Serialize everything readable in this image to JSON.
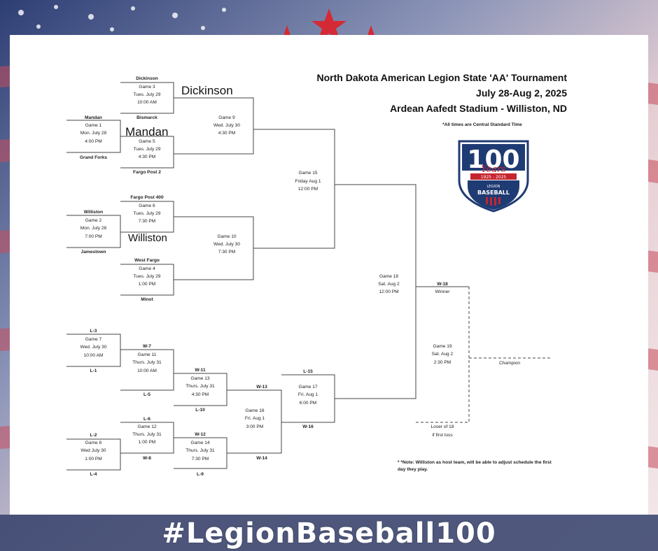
{
  "header": {
    "title_line1": "North Dakota American Legion State 'AA' Tournament",
    "title_line2": "July 28-Aug 2, 2025",
    "title_line3": "Ardean Aafedt Stadium - Williston, ND",
    "time_note": "*All times are Central Standard Time"
  },
  "logo": {
    "number": "100",
    "script": "Years",
    "years": "1925 - 2025",
    "legion": "LEGION",
    "baseball": "BASEBALL"
  },
  "hashtag": "#LegionBaseball100",
  "footnote": {
    "line1": "* *Note: Williston as host team, will be able to adjust schedule the first",
    "line2": "day they play."
  },
  "overlays": {
    "dickinson": "Dickinson",
    "mandan": "Mandan",
    "williston": "Williston"
  },
  "games": {
    "g1": {
      "top": "Mandan",
      "name": "Game 1",
      "date": "Mon. July 28",
      "time": "4:00 PM",
      "bottom": "Grand Forks"
    },
    "g2": {
      "top": "Williston",
      "name": "Game 2",
      "date": "Mon. July 28",
      "time": "7:00 PM",
      "bottom": "Jamestown"
    },
    "g3": {
      "top": "Dickinson",
      "name": "Game 3",
      "date": "Tues. July 29",
      "time": "10:00 AM",
      "bottom": "Bismarck"
    },
    "g4": {
      "top": "West Fargo",
      "name": "Game 4",
      "date": "Tues. July 29",
      "time": "1:00 PM",
      "bottom": "Minot"
    },
    "g5": {
      "name": "Game 5",
      "date": "Tues. July 29",
      "time": "4:30 PM",
      "bottom": "Fargo Post 2"
    },
    "g6": {
      "top": "Fargo Post 400",
      "name": "Game 6",
      "date": "Tues. July 29",
      "time": "7:30 PM"
    },
    "g7": {
      "top": "L-3",
      "name": "Game 7",
      "date": "Wed. July 30",
      "time": "10:00 AM",
      "bottom": "L-1"
    },
    "g8": {
      "top": "L-2",
      "name": "Game 8",
      "date": "Wed July 30",
      "time": "1:00 PM",
      "bottom": "L-4"
    },
    "g9": {
      "name": "Game 9",
      "date": "Wed. July 30",
      "time": "4:30 PM"
    },
    "g10": {
      "name": "Game 10",
      "date": "Wed. July 30",
      "time": "7:30 PM"
    },
    "g11": {
      "top": "W-7",
      "name": "Game 11",
      "date": "Thurs. July 31",
      "time": "10:00 AM",
      "bottom": "L-5"
    },
    "g12": {
      "top": "L-6",
      "name": "Game 12",
      "date": "Thurs. July 31",
      "time": "1:00 PM",
      "bottom": "W-8"
    },
    "g13": {
      "top": "W-11",
      "name": "Game 13",
      "date": "Thurs. July 31",
      "time": "4:30 PM",
      "bottom": "L-10"
    },
    "g14": {
      "top": "W-12",
      "name": "Game 14",
      "date": "Thurs. July 31",
      "time": "7:30 PM",
      "bottom": "L-9"
    },
    "g15": {
      "name": "Game 15",
      "date": "Friday Aug 1",
      "time": "12:00 PM"
    },
    "g16": {
      "top": "W-13",
      "name": "Game 16",
      "date": "Fri. Aug 1",
      "time": "3:00 PM",
      "bottom": "W-14"
    },
    "g17": {
      "top": "L-15",
      "name": "Game 17",
      "date": "Fri. Aug 1",
      "time": "6:00 PM",
      "bottom": "W-16"
    },
    "g18": {
      "name": "Game 18",
      "date": "Sat. Aug 2",
      "time": "12:00 PM"
    },
    "g19": {
      "name": "Game 19",
      "date": "Sat. Aug 2",
      "time": "2:30 PM"
    }
  },
  "final": {
    "w18": "W-18",
    "winner": "Winner",
    "champion": "Champion",
    "loser1": "Loser of 18",
    "loser2": "if first loss"
  },
  "colors": {
    "navy": "#1f3b73",
    "red": "#c5252f",
    "star_red": "#d42a35"
  }
}
